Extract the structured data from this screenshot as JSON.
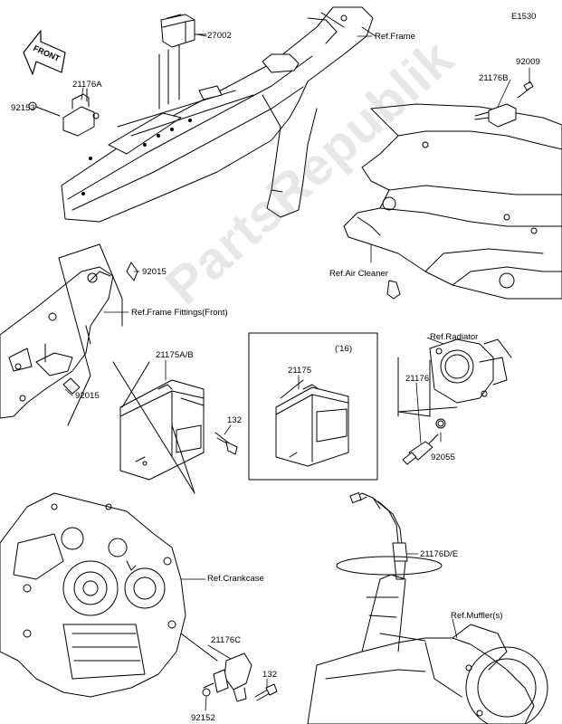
{
  "diagram_code": "E1530",
  "front_label": "FRONT",
  "watermark": "PartsRepublik",
  "part_numbers": {
    "p27002": "27002",
    "p21176A": "21176A",
    "p92153": "92153",
    "p21176B": "21176B",
    "p92009": "92009",
    "p92015_top": "92015",
    "p92015_bot": "92015",
    "p21175AB": "21175A/B",
    "p21175": "21175",
    "p132_mid": "132",
    "p21176": "21176",
    "p92055": "92055",
    "p21176DE": "21176D/E",
    "p21176C": "21176C",
    "p132_bot": "132",
    "p92152": "92152"
  },
  "references": {
    "frame": "Ref.Frame",
    "air_cleaner": "Ref.Air Cleaner",
    "frame_fittings": "Ref.Frame Fittings(Front)",
    "radiator": "Ref.Radiator",
    "crankcase": "Ref.Crankcase",
    "muffler": "Ref.Muffler(s)"
  },
  "callout_year": "('16)"
}
